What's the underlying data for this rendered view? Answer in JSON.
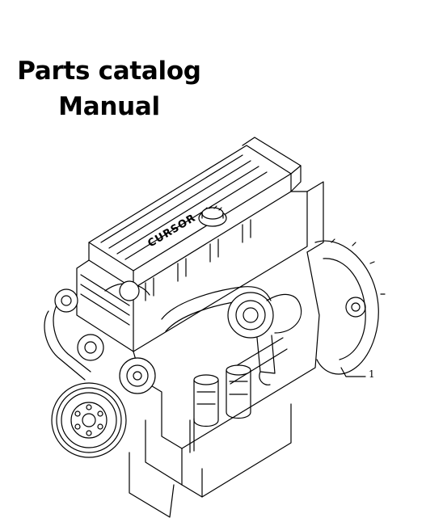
{
  "title": {
    "line1": "Parts catalog",
    "line2": "Manual"
  },
  "engine": {
    "brand_lettering": "CURSOR",
    "callout_number": "1"
  }
}
